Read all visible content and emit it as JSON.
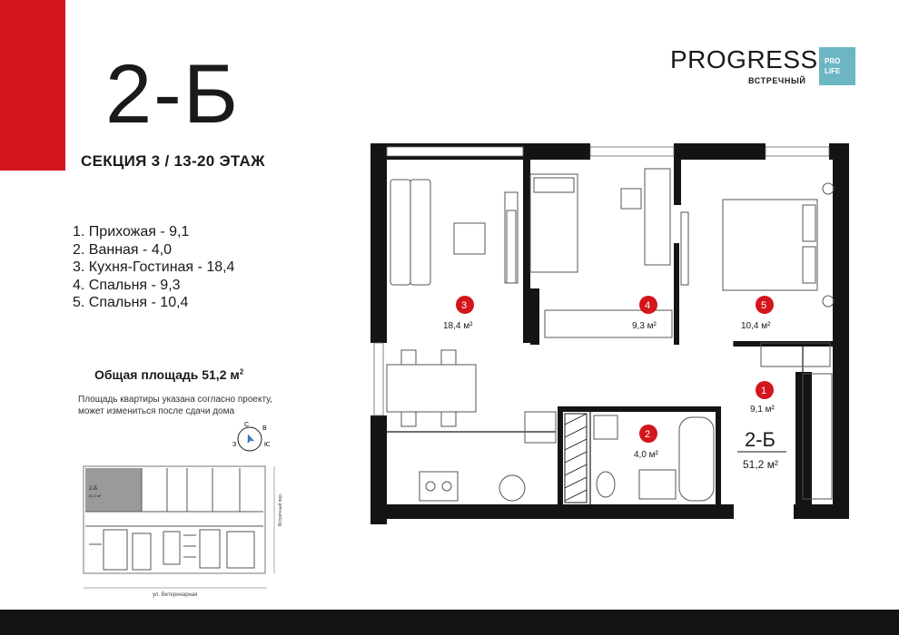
{
  "header": {
    "apartment_code": "2-Б",
    "section_info": "СЕКЦИЯ 3 / 13-20 ЭТАЖ"
  },
  "brand": {
    "name": "PROGRESS",
    "subtitle": "ВСТРЕЧНЫЙ",
    "badge_line1": "PRO",
    "badge_line2": "LIFE",
    "badge_color": "#6cb6c4",
    "accent_color": "#d3151c"
  },
  "rooms": [
    {
      "label": "1. Прихожая - 9,1"
    },
    {
      "label": "2. Ванная - 4,0"
    },
    {
      "label": "3. Кухня-Гостиная - 18,4"
    },
    {
      "label": "4. Спальня - 9,3"
    },
    {
      "label": "5. Спальня - 10,4"
    }
  ],
  "summary": {
    "total_label": "Общая площадь 51,2 м",
    "total_unit_sup": "2",
    "disclaimer": "Площадь квартиры указана согласно проекту, может измениться после сдачи дома"
  },
  "compass": {
    "n": "С",
    "e": "В",
    "s": "Ю",
    "w": "З"
  },
  "floor_plan": {
    "rooms": [
      {
        "num": "1",
        "area": "9,1 м²"
      },
      {
        "num": "2",
        "area": "4,0 м²"
      },
      {
        "num": "3",
        "area": "18,4 м²"
      },
      {
        "num": "4",
        "area": "9,3 м²"
      },
      {
        "num": "5",
        "area": "10,4 м²"
      }
    ],
    "apt_code": "2-Б",
    "apt_area": "51,2 м²"
  },
  "mini_plan": {
    "unit_code": "2-Б",
    "unit_area": "51,2 м²",
    "street_bottom": "ул. Ветеринарная",
    "street_side": "Встречный пер."
  }
}
